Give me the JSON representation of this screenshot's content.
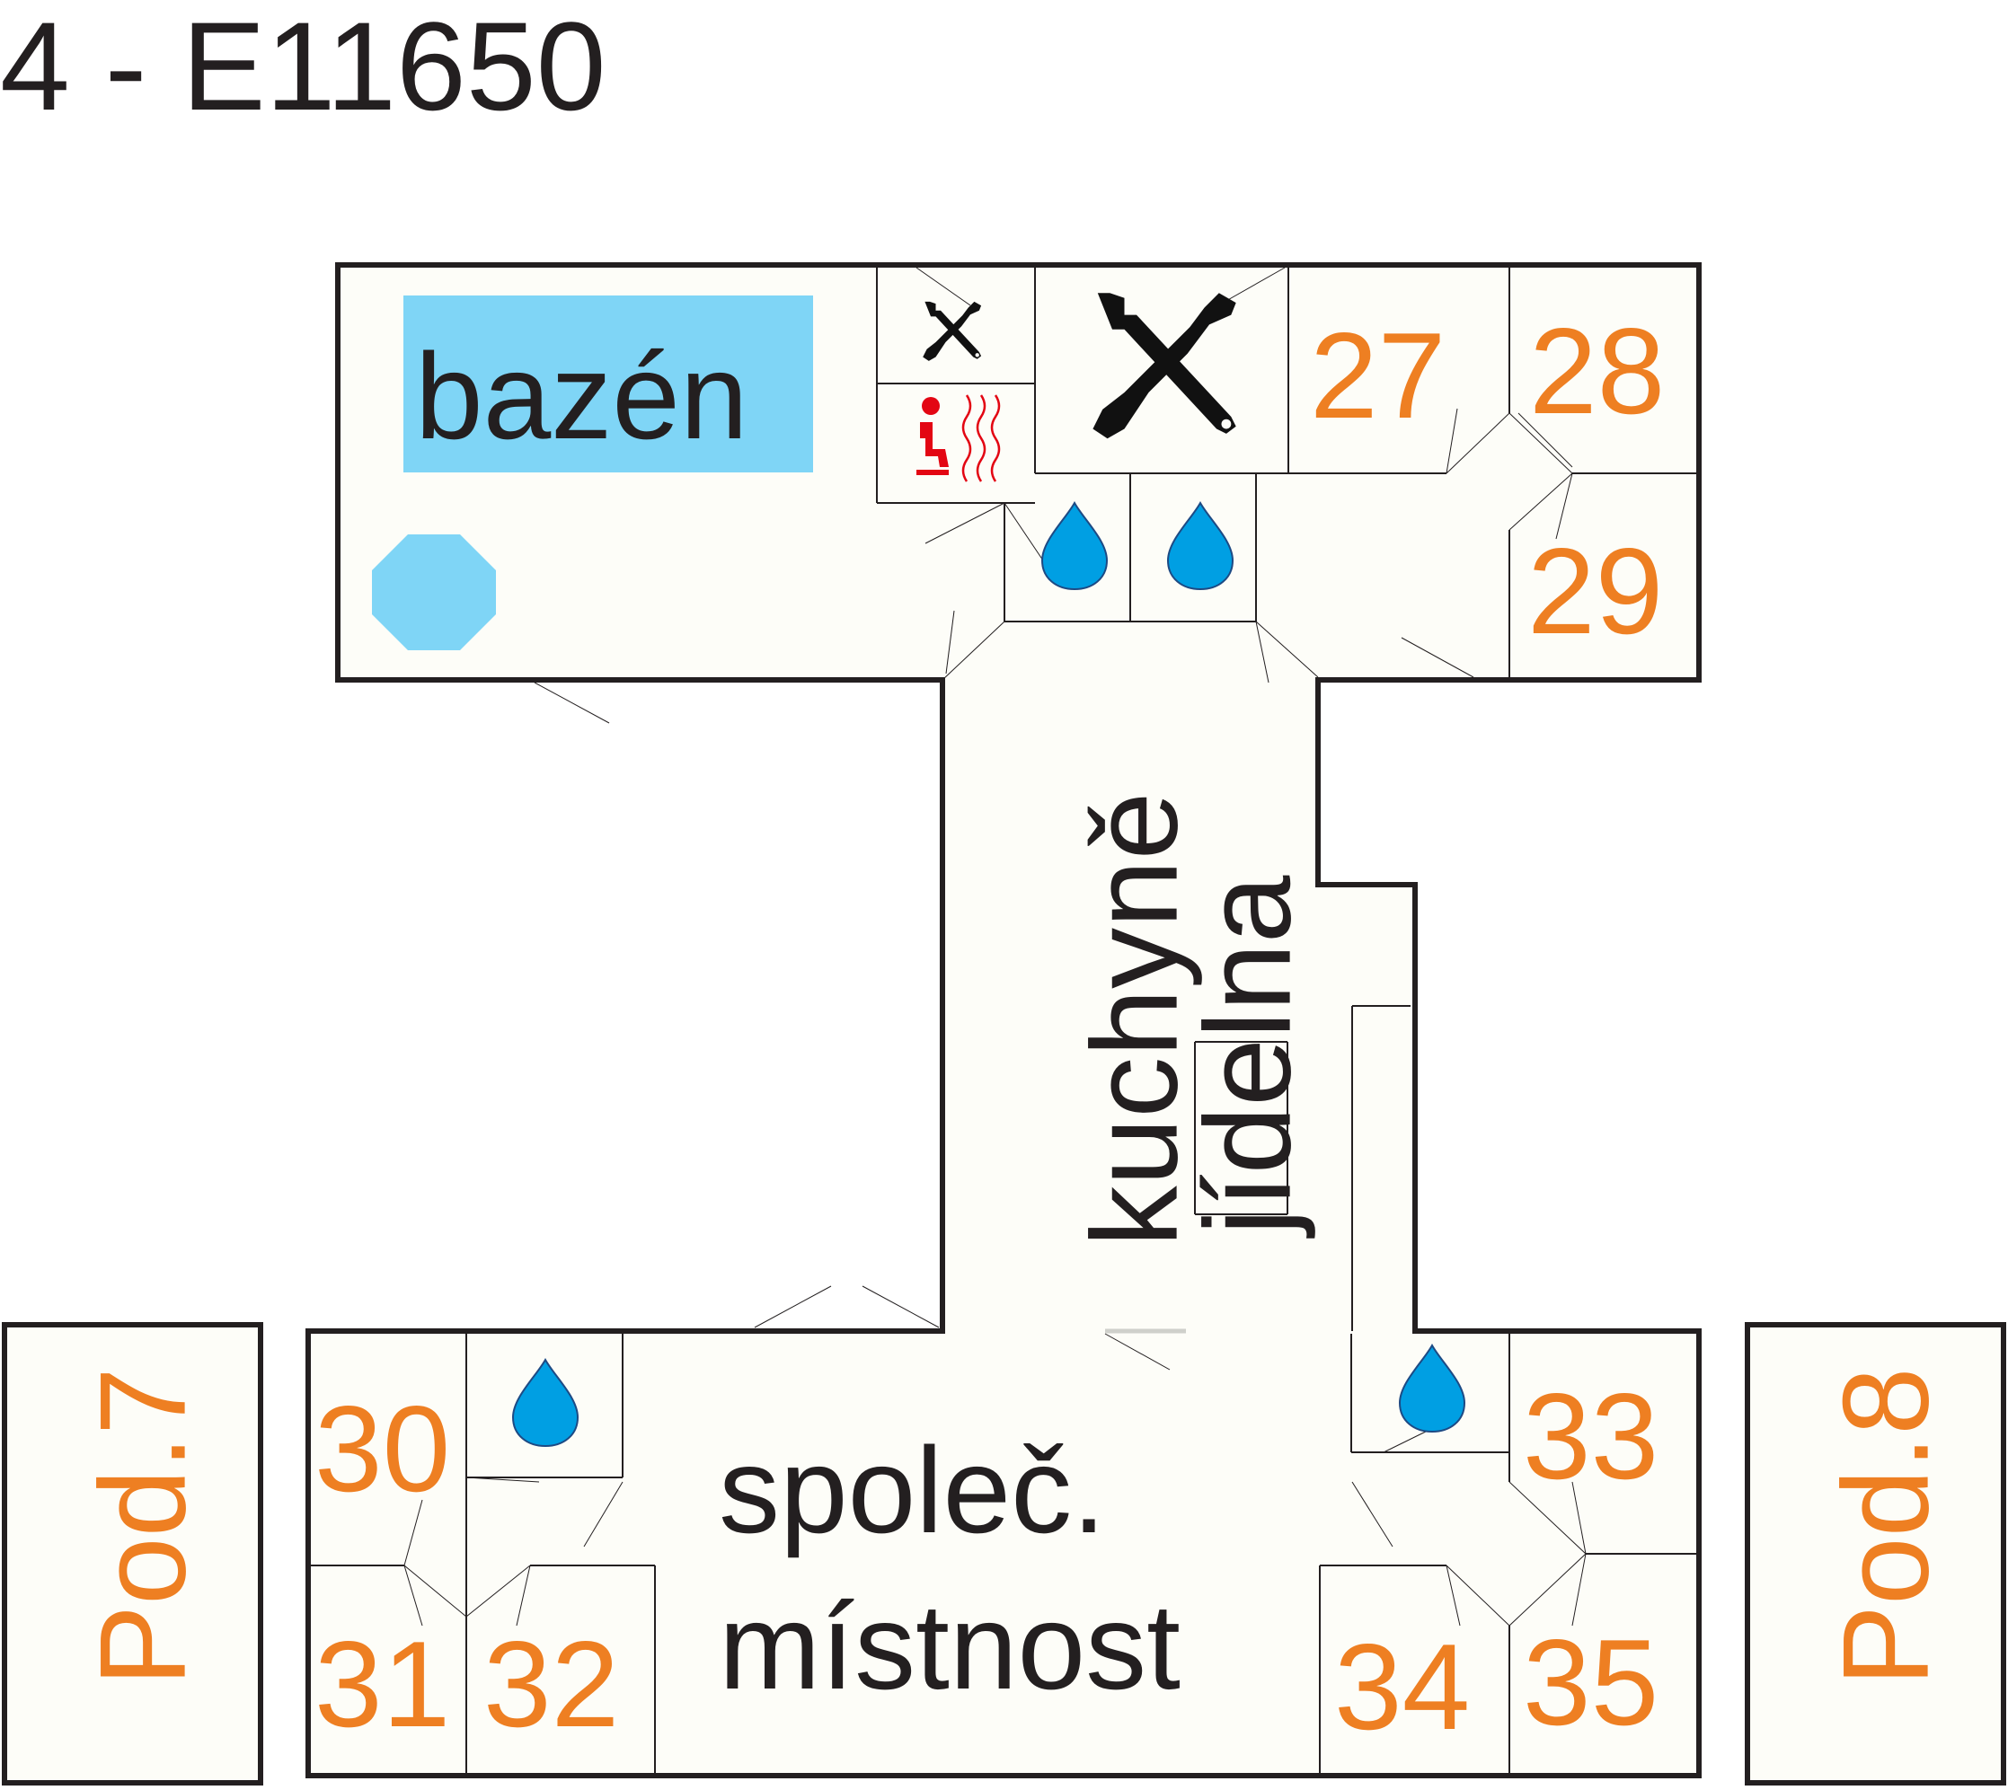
{
  "title": "4 - E11650",
  "rooms": {
    "pool": "bazén",
    "kitchen": "kuchyně",
    "dining": "jídelna",
    "common_line1": "společ.",
    "common_line2": "místnost"
  },
  "room_numbers": [
    "27",
    "28",
    "29",
    "30",
    "31",
    "32",
    "33",
    "34",
    "35"
  ],
  "neighbors": {
    "left": "Pod.7",
    "right": "Pod.8"
  },
  "icons": {
    "workshop": "tools-icon",
    "sauna": "sauna-icon",
    "water": "water-drop-icon",
    "pool_shape": "octagon-pool-icon"
  },
  "colors": {
    "wall": "#231f20",
    "floor": "#fdfdf8",
    "room_number": "#ee7f22",
    "pool": "#7fd5f6",
    "water": "#009fe3",
    "sauna": "#e30613"
  }
}
